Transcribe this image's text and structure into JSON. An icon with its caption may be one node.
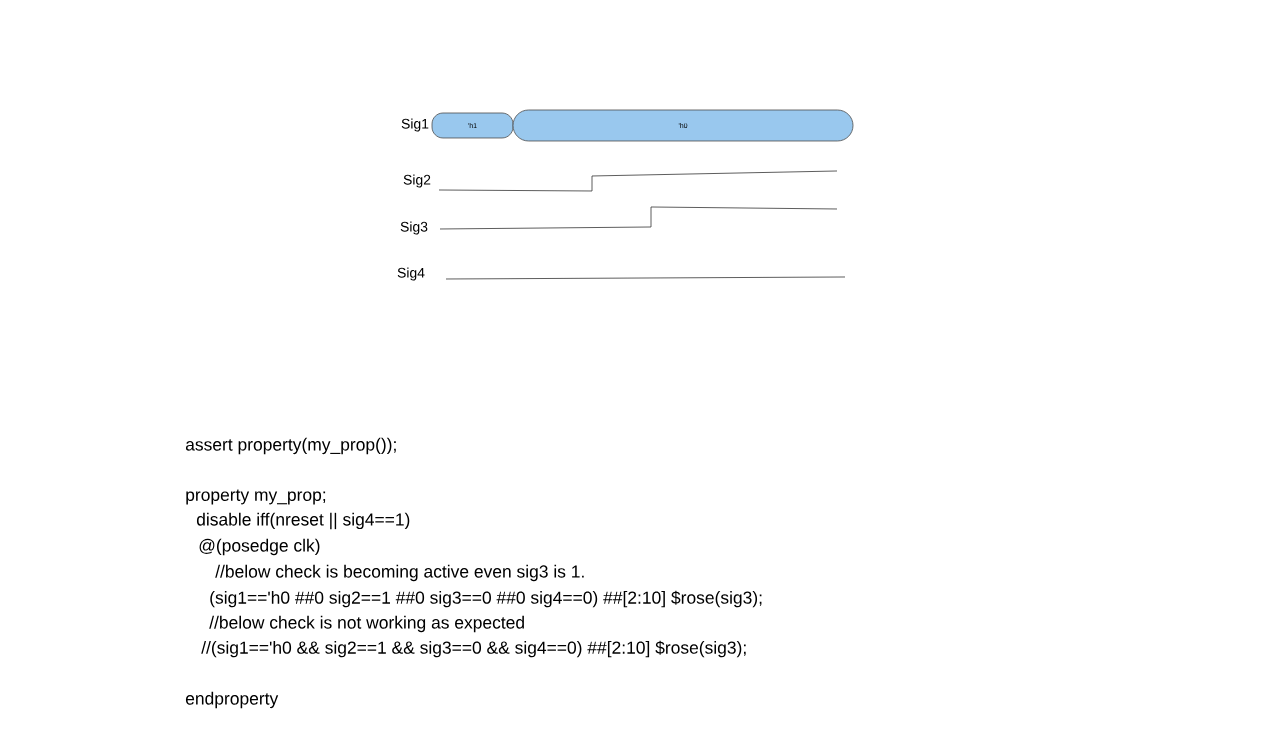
{
  "diagram": {
    "nodes": [
      {
        "text": [
          "'h1"
        ]
      },
      {
        "text": [
          "'h0"
        ]
      }
    ],
    "labels": [
      "Sig1",
      "Sig2",
      "Sig3",
      "Sig4",
      "assert property(my_prop());",
      "property my_prop;",
      "disable iff(nreset || sig4==1)",
      "@(posedge clk)",
      "//below check is becoming active even sig3 is 1.",
      "(sig1=='h0 ##0 sig2==1 ##0 sig3==0 ##0 sig4==0) ##[2:10] $rose(sig3);",
      "//below check is not working as expected",
      "//(sig1=='h0 && sig2==1 && sig3==0 && sig4==0) ##[2:10] $rose(sig3);",
      "endproperty"
    ]
  }
}
